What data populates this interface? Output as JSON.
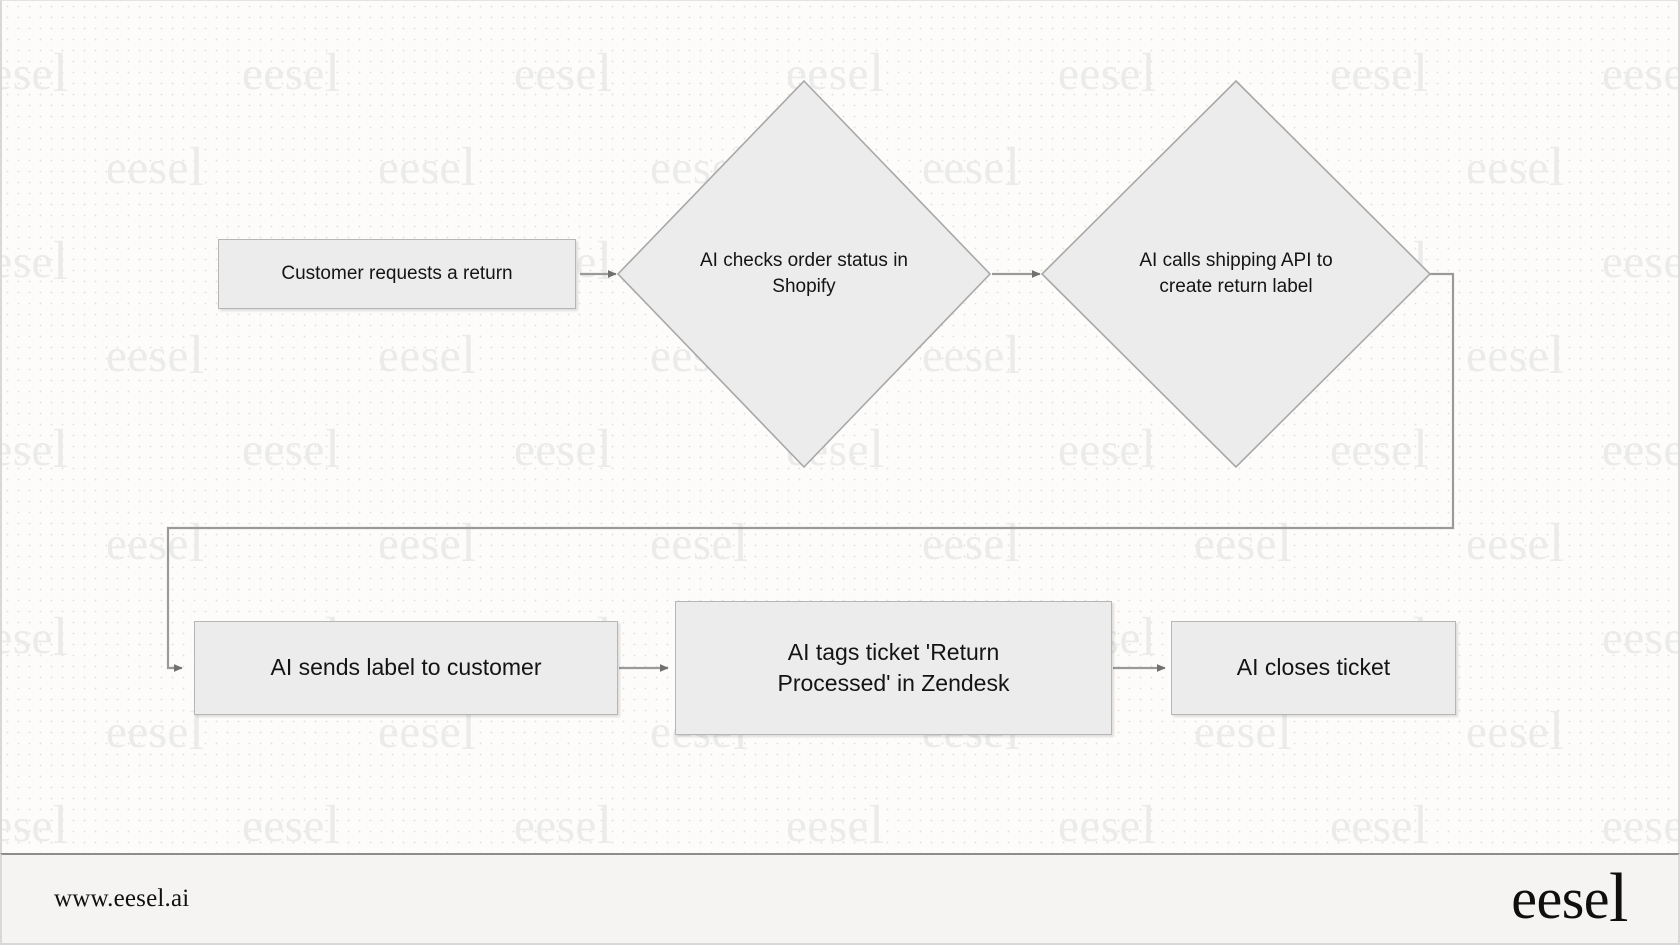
{
  "page": {
    "background_color": "#fdfcfa",
    "node_fill": "#ececec",
    "node_border": "#b6b6b6",
    "connector_color": "#9a9a9a",
    "text_color": "#141414"
  },
  "watermark": {
    "text": "eesel",
    "color": "#ebebeb"
  },
  "diagram": {
    "type": "flowchart",
    "nodes": [
      {
        "id": "n1",
        "shape": "rect",
        "label": "Customer requests a return",
        "font_size": 19
      },
      {
        "id": "n2",
        "shape": "diamond",
        "label": "AI checks order status in\nShopify",
        "font_size": 19
      },
      {
        "id": "n3",
        "shape": "diamond",
        "label": "AI calls shipping API to\ncreate return label",
        "font_size": 19
      },
      {
        "id": "n4",
        "shape": "rect",
        "label": "AI sends label to customer",
        "font_size": 23
      },
      {
        "id": "n5",
        "shape": "rect",
        "label": "AI tags ticket 'Return\nProcessed' in Zendesk",
        "font_size": 23
      },
      {
        "id": "n6",
        "shape": "rect",
        "label": "AI closes ticket",
        "font_size": 23
      }
    ],
    "edges": [
      {
        "from": "n1",
        "to": "n2",
        "style": "straight"
      },
      {
        "from": "n2",
        "to": "n3",
        "style": "straight"
      },
      {
        "from": "n3",
        "to": "n4",
        "style": "orthogonal"
      },
      {
        "from": "n4",
        "to": "n5",
        "style": "straight"
      },
      {
        "from": "n5",
        "to": "n6",
        "style": "straight"
      }
    ]
  },
  "footer": {
    "url": "www.eesel.ai",
    "logo": "eesel"
  }
}
